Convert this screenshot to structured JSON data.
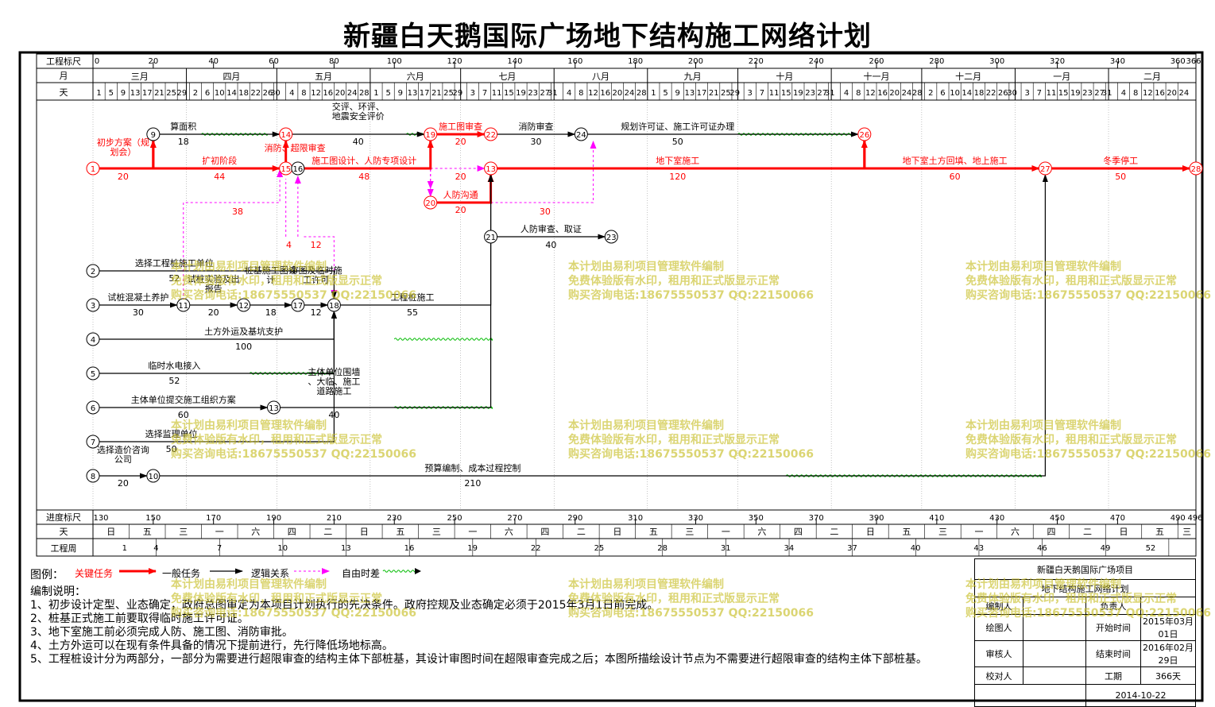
{
  "title": "新疆白天鹅国际广场地下结构施工网络计划",
  "header": {
    "eng_scale_label": "工程标尺",
    "month_label": "月",
    "day_label": "天",
    "eng_scale_ticks": [
      "0",
      "20",
      "40",
      "60",
      "80",
      "100",
      "120",
      "140",
      "160",
      "180",
      "200",
      "220",
      "240",
      "260",
      "280",
      "300",
      "320",
      "340",
      "360"
    ],
    "eng_scale_end": "366",
    "months": [
      {
        "name": "三月",
        "days": [
          "1",
          "5",
          "9",
          "13",
          "17",
          "21",
          "25",
          "29"
        ]
      },
      {
        "name": "四月",
        "days": [
          "2",
          "6",
          "10",
          "14",
          "18",
          "22",
          "26",
          "30"
        ]
      },
      {
        "name": "五月",
        "days": [
          "4",
          "8",
          "12",
          "16",
          "20",
          "24",
          "28"
        ]
      },
      {
        "name": "六月",
        "days": [
          "1",
          "5",
          "9",
          "13",
          "17",
          "21",
          "25",
          "29"
        ]
      },
      {
        "name": "七月",
        "days": [
          "3",
          "7",
          "11",
          "15",
          "19",
          "23",
          "27",
          "31"
        ]
      },
      {
        "name": "八月",
        "days": [
          "4",
          "8",
          "12",
          "16",
          "20",
          "24",
          "28"
        ]
      },
      {
        "name": "九月",
        "days": [
          "1",
          "5",
          "9",
          "13",
          "17",
          "21",
          "25",
          "29"
        ]
      },
      {
        "name": "十月",
        "days": [
          "3",
          "7",
          "11",
          "15",
          "19",
          "23",
          "27",
          "31"
        ]
      },
      {
        "name": "十一月",
        "days": [
          "4",
          "8",
          "12",
          "16",
          "20",
          "24",
          "28"
        ]
      },
      {
        "name": "十二月",
        "days": [
          "2",
          "6",
          "10",
          "14",
          "18",
          "22",
          "26",
          "30"
        ]
      },
      {
        "name": "一月",
        "days": [
          "3",
          "7",
          "11",
          "15",
          "19",
          "23",
          "27",
          "31"
        ]
      },
      {
        "name": "二月",
        "days": [
          "4",
          "8",
          "12",
          "16",
          "20",
          "24"
        ]
      }
    ]
  },
  "footer": {
    "progress_label": "进度标尺",
    "day_label": "天",
    "week_label": "工程周",
    "progress_ticks": [
      "130",
      "150",
      "170",
      "190",
      "210",
      "230",
      "250",
      "270",
      "290",
      "310",
      "330",
      "350",
      "370",
      "390",
      "410",
      "430",
      "450",
      "470",
      "490"
    ],
    "progress_end": "496",
    "weekdays": [
      "日",
      "五",
      "三",
      "一",
      "六",
      "四",
      "二",
      "日",
      "五",
      "三",
      "一",
      "六",
      "四",
      "二",
      "日",
      "五",
      "三",
      "一",
      "六",
      "四",
      "二",
      "日",
      "五",
      "三",
      "一",
      "六",
      "四",
      "二",
      "日",
      "五",
      "三"
    ],
    "weeks": [
      "1",
      "4",
      "7",
      "10",
      "13",
      "16",
      "19",
      "22",
      "25",
      "28",
      "31",
      "34",
      "37",
      "40",
      "43",
      "46",
      "49",
      "52"
    ]
  },
  "nodes": [
    {
      "id": "1",
      "day": 0,
      "row": 1,
      "critical": true
    },
    {
      "id": "9",
      "day": 20,
      "row": 0,
      "critical": false
    },
    {
      "id": "14",
      "day": 64,
      "row": 0,
      "critical": true
    },
    {
      "id": "15",
      "day": 64,
      "row": 1,
      "critical": true
    },
    {
      "id": "16",
      "day": 68,
      "row": 1,
      "critical": false
    },
    {
      "id": "19",
      "day": 112,
      "row": 0,
      "critical": true
    },
    {
      "id": "20",
      "day": 112,
      "row": 2,
      "critical": true
    },
    {
      "id": "22",
      "day": 132,
      "row": 0,
      "critical": true
    },
    {
      "id": "13b",
      "label": "13",
      "day": 132,
      "row": 1,
      "critical": true
    },
    {
      "id": "24",
      "day": 162,
      "row": 0,
      "critical": false
    },
    {
      "id": "26",
      "day": 256,
      "row": 0,
      "critical": true
    },
    {
      "id": "21",
      "day": 132,
      "row": 3,
      "critical": false
    },
    {
      "id": "23",
      "day": 172,
      "row": 3,
      "critical": false
    },
    {
      "id": "27",
      "day": 316,
      "row": 1,
      "critical": true
    },
    {
      "id": "28",
      "day": 366,
      "row": 1,
      "critical": true
    },
    {
      "id": "2",
      "day": 0,
      "row": 4,
      "critical": false
    },
    {
      "id": "3",
      "day": 0,
      "row": 5,
      "critical": false
    },
    {
      "id": "11",
      "day": 30,
      "row": 5,
      "critical": false
    },
    {
      "id": "12",
      "day": 50,
      "row": 5,
      "critical": false
    },
    {
      "id": "17",
      "day": 68,
      "row": 5,
      "critical": false
    },
    {
      "id": "18",
      "day": 80,
      "row": 5,
      "critical": false
    },
    {
      "id": "4",
      "day": 0,
      "row": 6,
      "critical": false
    },
    {
      "id": "5",
      "day": 0,
      "row": 7,
      "critical": false
    },
    {
      "id": "6",
      "day": 0,
      "row": 8,
      "critical": false
    },
    {
      "id": "13",
      "day": 60,
      "row": 8,
      "critical": false
    },
    {
      "id": "7",
      "day": 0,
      "row": 9,
      "critical": false
    },
    {
      "id": "8",
      "day": 0,
      "row": 10,
      "critical": false
    },
    {
      "id": "10",
      "day": 20,
      "row": 10,
      "critical": false
    }
  ],
  "activities": [
    {
      "from": "1",
      "to": "9",
      "name": "初步方案（规划会）",
      "duration": "20",
      "critical": true
    },
    {
      "from": "9",
      "to": "15",
      "name": "扩初阶段",
      "duration": "44",
      "critical": true
    },
    {
      "from": "9",
      "to": "14",
      "name": "算面积",
      "duration": "18",
      "critical": false
    },
    {
      "from": "15",
      "to": "14",
      "name": "消防、超限审查",
      "duration": "",
      "critical": true
    },
    {
      "from": "14",
      "to": "19",
      "name": "交评、环评、地震安全评价",
      "duration": "40",
      "critical": false
    },
    {
      "from": "16",
      "to": "19",
      "name": "施工图设计、人防专项设计",
      "duration": "48",
      "critical": true
    },
    {
      "from": "19",
      "to": "22",
      "name": "施工图审查",
      "duration": "20",
      "critical": true
    },
    {
      "from": "19",
      "to": "20",
      "name": "",
      "duration": "",
      "critical": false
    },
    {
      "from": "20",
      "to": "13b",
      "name": "人防沟通",
      "duration": "20",
      "critical": true
    },
    {
      "from": "22",
      "to": "24",
      "name": "消防审查",
      "duration": "30",
      "critical": false
    },
    {
      "from": "24",
      "to": "26",
      "name": "规划许可证、施工许可证办理",
      "duration": "50",
      "critical": false
    },
    {
      "from": "13b",
      "to": "26",
      "name": "地下室施工",
      "duration": "120",
      "critical": true
    },
    {
      "from": "26",
      "to": "27",
      "name": "地下室土方回填、地上施工",
      "duration": "60",
      "critical": true
    },
    {
      "from": "27",
      "to": "28",
      "name": "冬季停工",
      "duration": "50",
      "critical": true
    },
    {
      "from": "21",
      "to": "23",
      "name": "人防审查、取证",
      "duration": "40",
      "critical": false
    },
    {
      "from": "2",
      "to": "18",
      "name": "选择工程桩施工单位",
      "duration": "52",
      "critical": false
    },
    {
      "from": "3",
      "to": "11",
      "name": "试桩混凝土养护",
      "duration": "30",
      "critical": false
    },
    {
      "from": "11",
      "to": "12",
      "name": "试桩实验及出报告",
      "duration": "20",
      "critical": false
    },
    {
      "from": "12",
      "to": "17",
      "name": "桩基施工图设计",
      "duration": "18",
      "critical": false
    },
    {
      "from": "17",
      "to": "18",
      "name": "审图及临时施工许可",
      "duration": "12",
      "critical": false
    },
    {
      "from": "18",
      "to": "13b",
      "name": "工程桩施工",
      "duration": "55",
      "critical": false
    },
    {
      "from": "4",
      "to": "18",
      "name": "土方外运及基坑支护",
      "duration": "100",
      "critical": false
    },
    {
      "from": "5",
      "to": "18",
      "name": "临时水电接入",
      "duration": "52",
      "critical": false
    },
    {
      "from": "6",
      "to": "13",
      "name": "主体单位提交施工组织方案",
      "duration": "60",
      "critical": false
    },
    {
      "from": "13",
      "to": "13b",
      "name": "主体单位围墙、大临、施工道路施工",
      "duration": "40",
      "critical": false
    },
    {
      "from": "7",
      "to": "18",
      "name": "选择监理单位",
      "duration": "50",
      "critical": false
    },
    {
      "from": "8",
      "to": "10",
      "name": "选择造价咨询公司",
      "duration": "20",
      "critical": false
    },
    {
      "from": "10",
      "to": "27",
      "name": "预算编制、成本过程控制",
      "duration": "210",
      "critical": false
    }
  ],
  "logic_labels": {
    "a": "38",
    "b": "4",
    "c": "12",
    "d": "20",
    "e": "30"
  },
  "legend": {
    "label": "图例：",
    "critical": "关键任务",
    "normal": "一般任务",
    "logic": "逻辑关系",
    "float": "自由时差"
  },
  "notes": {
    "heading": "编制说明：",
    "lines": [
      "1、初步设计定型、业态确定，政府总图审定为本项目计划执行的先决条件。政府控规及业态确定必须于2015年3月1日前完成。",
      "2、桩基正式施工前要取得临时施工许可证。",
      "3、地下室施工前必须完成人防、施工图、消防审批。",
      "4、土方外运可以在现有条件具备的情况下提前进行，先行降低场地标高。",
      "5、工程桩设计分为两部分，一部分为需要进行超限审查的结构主体下部桩基，其设计审图时间在超限审查完成之后；本图所描绘设计节点为不需要进行超限审查的结构主体下部桩基。"
    ]
  },
  "info": {
    "project": "新疆白天鹅国际广场项目",
    "plan": "地下结构施工网络计划",
    "compiler": "编制人",
    "owner": "负责人",
    "drawer": "绘图人",
    "start_label": "开始时间",
    "start_value": "2015年03月01日",
    "reviewer": "审核人",
    "end_label": "结束时间",
    "end_value": "2016年02月29日",
    "checker": "校对人",
    "duration_label": "工期",
    "duration_value": "366天",
    "date": "2014-10-22"
  },
  "watermark": [
    "本计划由易利项目管理软件编制",
    "免费体验版有水印，租用和正式版显示正常",
    "购买咨询电话:18675550537 QQ:22150066"
  ],
  "colors": {
    "critical": "#ff0000",
    "normal": "#000000",
    "logic": "#ff00ff",
    "float": "#00bb00"
  }
}
